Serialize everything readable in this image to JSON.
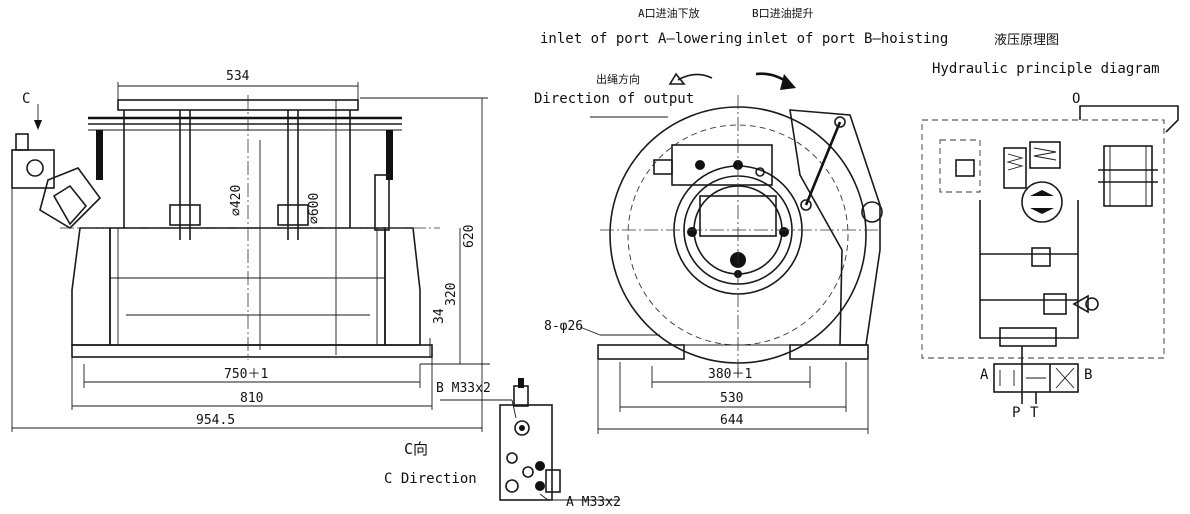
{
  "front_view": {
    "label_c": "C",
    "dims": {
      "top_width": "534",
      "drum_dia": "⌀420",
      "flange_dia": "⌀600",
      "height": "620",
      "center_height": "320",
      "base_thk": "34",
      "bolt_span": "750＋1",
      "base_width": "810",
      "overall": "954.5"
    }
  },
  "side_view": {
    "inlet_a_cn": "A口进油下放",
    "inlet_a_en": "inlet of port A—lowering",
    "inlet_b_cn": "B口进油提升",
    "inlet_b_en": "inlet of port B—hoisting",
    "output_cn": "出绳方向",
    "output_en": "Direction of output",
    "holes": "8-φ26",
    "dims": {
      "bolt_span": "380＋1",
      "base_inner": "530",
      "base_width": "644"
    }
  },
  "c_view": {
    "title_cn": "C向",
    "title_en": "C Direction",
    "port_b": "B M33x2",
    "port_a": "A M33x2"
  },
  "hydraulic": {
    "title_cn": "液压原理图",
    "title_en": "Hydraulic principle diagram",
    "port_o": "O",
    "port_a": "A",
    "port_b": "B",
    "port_p": "P",
    "port_t": "T"
  }
}
